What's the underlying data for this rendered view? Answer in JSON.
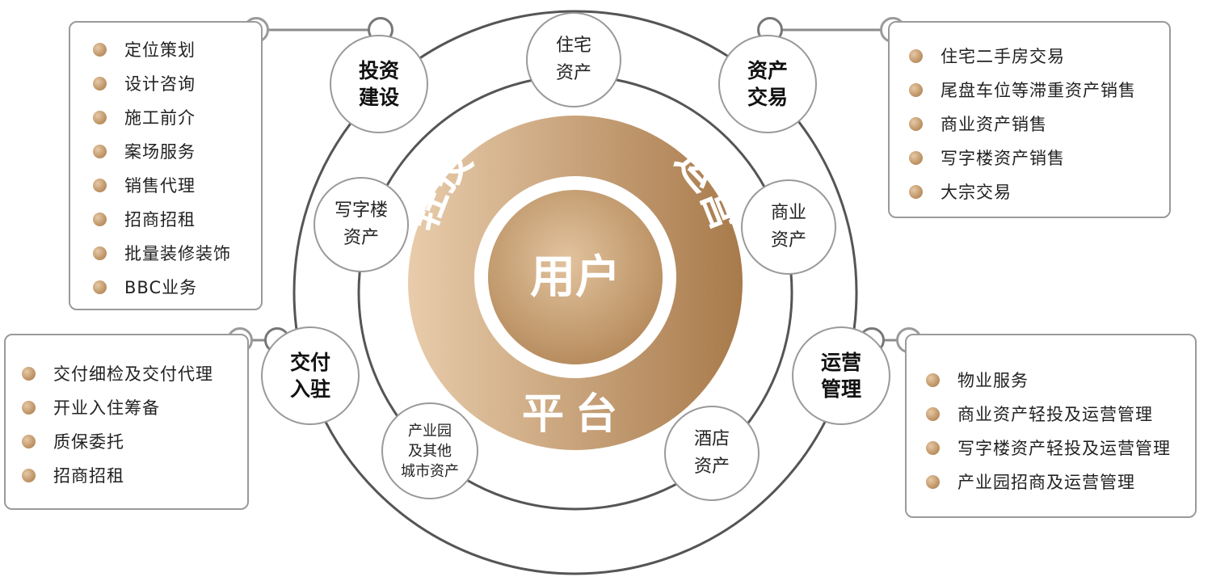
{
  "colors": {
    "accent_light": "#e8ccab",
    "accent_dark": "#a87a4b",
    "line": "#8c8c8c",
    "ring": "#555555"
  },
  "center": {
    "user": "用户",
    "top_left": "轻投",
    "top_right": "运营",
    "bottom": "平台"
  },
  "nodes": {
    "invest": "投资\n建设",
    "trade": "资产\n交易",
    "delivery": "交付\n入驻",
    "operation": "运营\n管理",
    "residential": "住宅\n资产",
    "office": "写字楼\n资产",
    "commercial": "商业\n资产",
    "park": "产业园\n及其他\n城市资产",
    "hotel": "酒店\n资产"
  },
  "lists": {
    "invest": [
      "定位策划",
      "设计咨询",
      "施工前介",
      "案场服务",
      "销售代理",
      "招商招租",
      "批量装修装饰",
      "BBC业务"
    ],
    "trade": [
      "住宅二手房交易",
      "尾盘车位等滞重资产销售",
      "商业资产销售",
      "写字楼资产销售",
      "大宗交易"
    ],
    "delivery": [
      "交付细检及交付代理",
      "开业入住筹备",
      "质保委托",
      "招商招租"
    ],
    "operation": [
      "物业服务",
      "商业资产轻投及运营管理",
      "写字楼资产轻投及运营管理",
      "产业园招商及运营管理"
    ]
  }
}
